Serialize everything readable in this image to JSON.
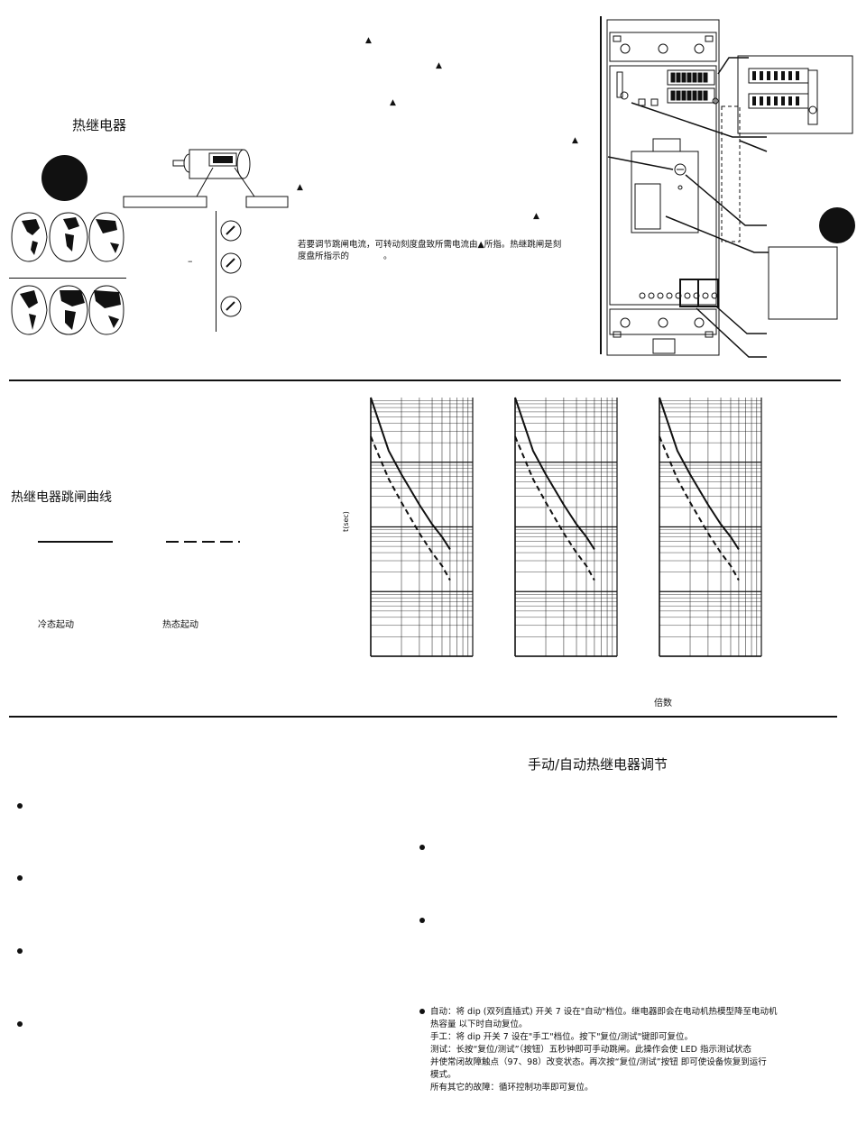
{
  "section1": {
    "title": "热继电器",
    "range_dash": "–",
    "adjust_note_line1": "若要调节跳闸电流，可转动刻度盘致所需电流由▲所指。热继跳闸是刻",
    "adjust_note_line2": "度盘所指示的",
    "adjust_note_line2_end": "。",
    "marker": "▲"
  },
  "section2": {
    "title": "热继电器跳闸曲线",
    "legend_cold": "冷态起动",
    "legend_hot": "热态起动",
    "y_axis_label": "t(sec)",
    "x_axis_label": "倍数"
  },
  "section3": {
    "title": "手动/自动热继电器调节",
    "paragraph": {
      "line1": "自动：将 dip (双列直插式) 开关 7 设在\"自动\"档位。继电器即会在电动机热模型降至电动机",
      "line2": "热容量          以下时自动复位。",
      "line3": "手工：将 dip 开关 7 设在\"手工\"档位。按下\"复位/测试\"键即可复位。",
      "line4": "测试：长按“复位/测试”（按钮）五秒钟即可手动跳闸。此操作会使 LED   指示测试状态",
      "line5": "并使常闭故障触点（97、98）改变状态。再次按“复位/测试”按钮 即可使设备恢复到运行",
      "line6": "模式。",
      "line7": "所有其它的故障：循环控制功率即可复位。"
    }
  },
  "chart_data": [
    {
      "type": "line",
      "xlabel": "倍数",
      "ylabel": "t(sec)",
      "series": [
        {
          "values": [
            [
              1.0,
              10000
            ],
            [
              1.5,
              1500
            ],
            [
              2,
              650
            ],
            [
              3,
              220
            ],
            [
              4,
              110
            ],
            [
              5,
              70
            ],
            [
              6,
              45
            ]
          ]
        },
        {
          "values": [
            [
              1.0,
              2500
            ],
            [
              1.5,
              550
            ],
            [
              2,
              240
            ],
            [
              3,
              80
            ],
            [
              4,
              40
            ],
            [
              5,
              25
            ],
            [
              6,
              15
            ]
          ]
        }
      ]
    },
    {
      "type": "line",
      "xlabel": "倍数",
      "ylabel": "t(sec)",
      "series": [
        {
          "values": [
            [
              1.0,
              10000
            ],
            [
              1.5,
              1500
            ],
            [
              2,
              650
            ],
            [
              3,
              220
            ],
            [
              4,
              110
            ],
            [
              5,
              70
            ],
            [
              6,
              45
            ]
          ]
        },
        {
          "values": [
            [
              1.0,
              2500
            ],
            [
              1.5,
              550
            ],
            [
              2,
              240
            ],
            [
              3,
              80
            ],
            [
              4,
              40
            ],
            [
              5,
              25
            ],
            [
              6,
              15
            ]
          ]
        }
      ]
    },
    {
      "type": "line",
      "xlabel": "倍数",
      "ylabel": "t(sec)",
      "series": [
        {
          "values": [
            [
              1.0,
              10000
            ],
            [
              1.5,
              1500
            ],
            [
              2,
              650
            ],
            [
              3,
              220
            ],
            [
              4,
              110
            ],
            [
              5,
              70
            ],
            [
              6,
              45
            ]
          ]
        },
        {
          "values": [
            [
              1.0,
              2500
            ],
            [
              1.5,
              550
            ],
            [
              2,
              240
            ],
            [
              3,
              80
            ],
            [
              4,
              40
            ],
            [
              5,
              25
            ],
            [
              6,
              15
            ]
          ]
        }
      ]
    }
  ]
}
